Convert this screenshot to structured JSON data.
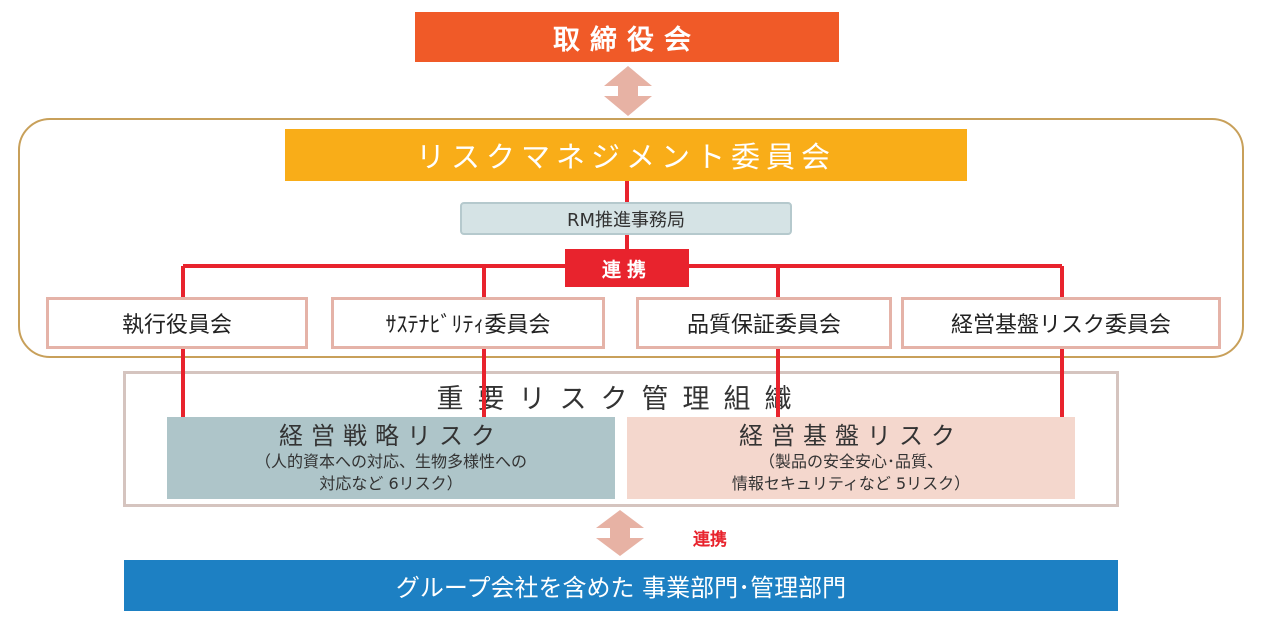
{
  "board": {
    "label": "取締役会"
  },
  "rm_committee": {
    "label": "リスクマネジメント委員会"
  },
  "rm_office": {
    "label": "RM推進事務局"
  },
  "renkei_tag": {
    "label": "連携"
  },
  "committees": [
    {
      "label": "執行役員会"
    },
    {
      "label": "ｻｽﾃﾅﾋﾞﾘﾃｨ委員会"
    },
    {
      "label": "品質保証委員会"
    },
    {
      "label": "経営基盤リスク委員会"
    }
  ],
  "major_risk_org": {
    "title": "重要リスク管理組織",
    "strategy": {
      "title": "経営戦略リスク",
      "desc_line1": "（人的資本への対応、生物多様性への",
      "desc_line2": "対応など 6リスク）"
    },
    "base": {
      "title": "経営基盤リスク",
      "desc_line1": "（製品の安全安心･品質、",
      "desc_line2": "情報セキュリティなど 5リスク）"
    }
  },
  "renkei_bottom": {
    "label": "連携"
  },
  "group_bar": {
    "label": "グループ会社を含めた 事業部門･管理部門"
  },
  "colors": {
    "board": "#f05a28",
    "rm_committee": "#f9ad18",
    "connector_red": "#e8232d",
    "group_bar": "#1d80c3",
    "strategy_risk": "#aec5c9",
    "base_risk": "#f4d7cd",
    "arrow": "#e7b2a4"
  }
}
